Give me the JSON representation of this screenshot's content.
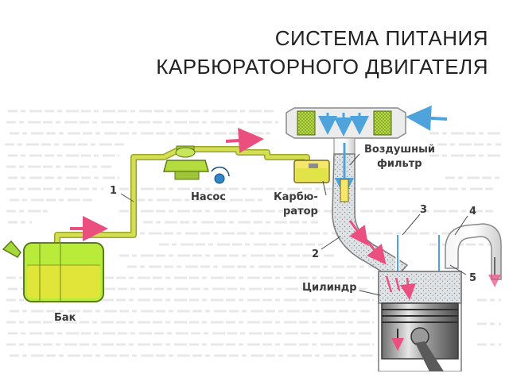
{
  "title": {
    "line1": "СИСТЕМА ПИТАНИЯ",
    "line2": "КАРБЮРАТОРНОГО ДВИГАТЕЛЯ"
  },
  "labels": {
    "tank": "Бак",
    "pump": "Насос",
    "carb_line1": "Карбю-",
    "carb_line2": "ратор",
    "filter_line1": "Воздушный",
    "filter_line2": "фильтр",
    "cylinder": "Цилиндр"
  },
  "numbers": {
    "n1": "1",
    "n2": "2",
    "n3": "3",
    "n4": "4",
    "n5": "5"
  },
  "colors": {
    "fuel_line": "#c8d84a",
    "tank": "#b9ec3a",
    "fuel_liquid": "#e7e33a",
    "air_arrow": "#4ea3dc",
    "fuel_arrow": "#ea4f7f",
    "background_text": "#dcdcdc"
  }
}
